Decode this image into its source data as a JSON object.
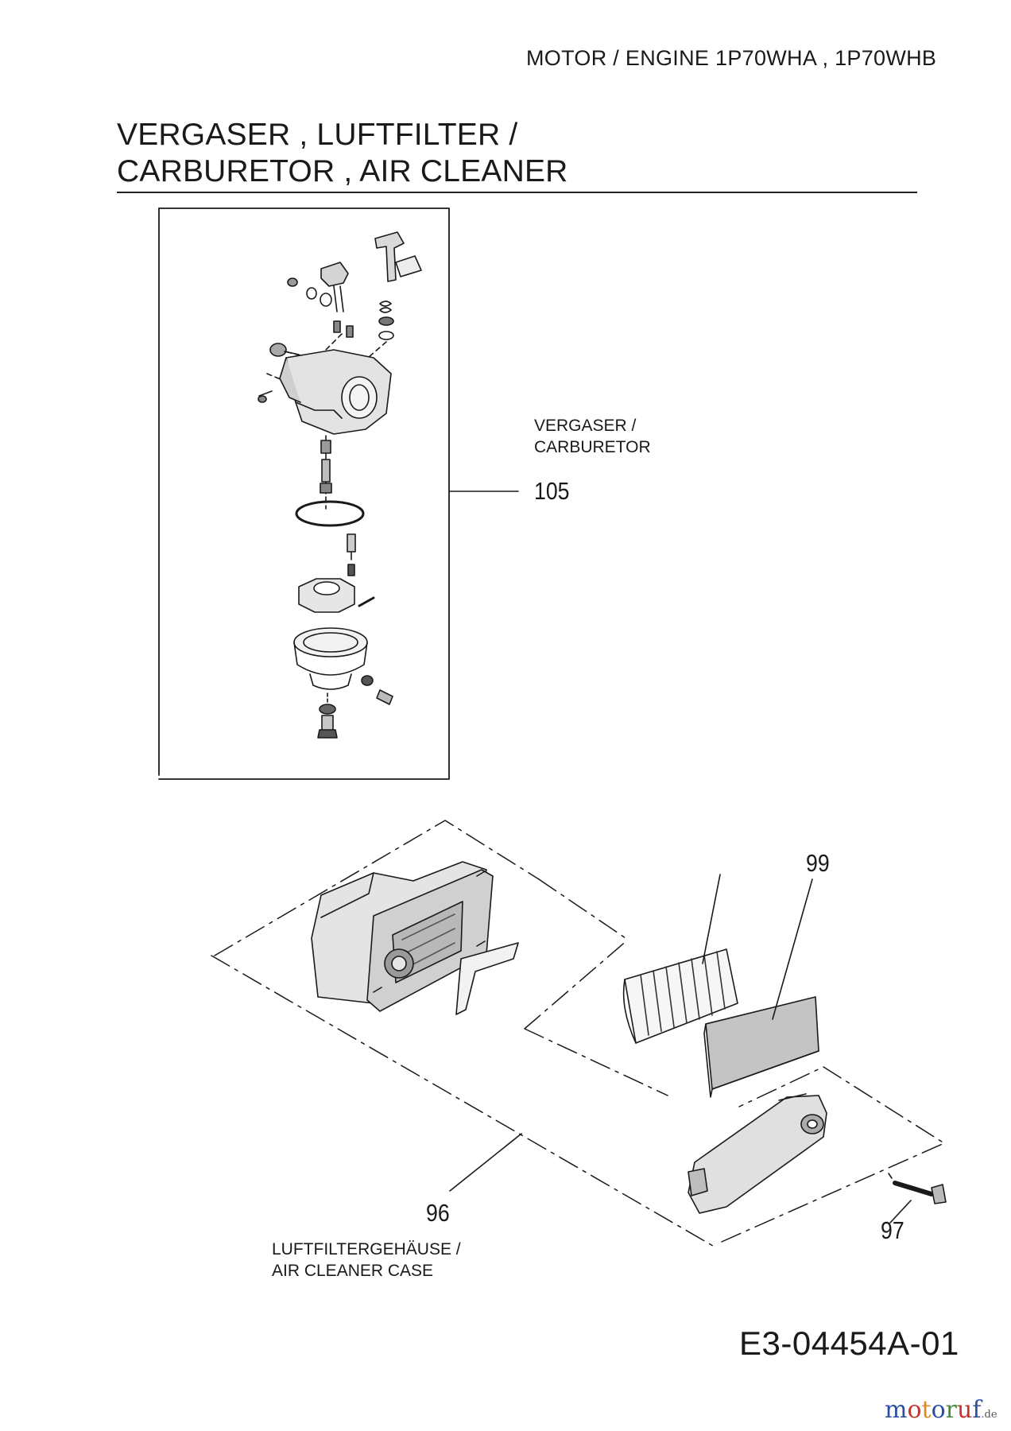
{
  "header": {
    "engine": "MOTOR / ENGINE  1P70WHA ,  1P70WHB"
  },
  "title": {
    "line1": "VERGASER , LUFTFILTER /",
    "line2": "CARBURETOR , AIR CLEANER"
  },
  "callouts": {
    "carburetor": {
      "label_de": "VERGASER /",
      "label_en": "CARBURETOR",
      "number": "105"
    },
    "filter": {
      "number": "99"
    },
    "case": {
      "number": "96",
      "label_de": "LUFTFILTERGEHÄUSE /",
      "label_en": "AIR CLEANER CASE"
    },
    "screw": {
      "number": "97"
    }
  },
  "footer": {
    "code": "E3-04454A-01"
  },
  "watermark": {
    "brand": "motoruf",
    "suffix": ".de",
    "colors": [
      "#2b4fa3",
      "#c8322c",
      "#e08a1e",
      "#2b4fa3",
      "#3f8f3a",
      "#c8322c",
      "#2b4fa3"
    ]
  }
}
